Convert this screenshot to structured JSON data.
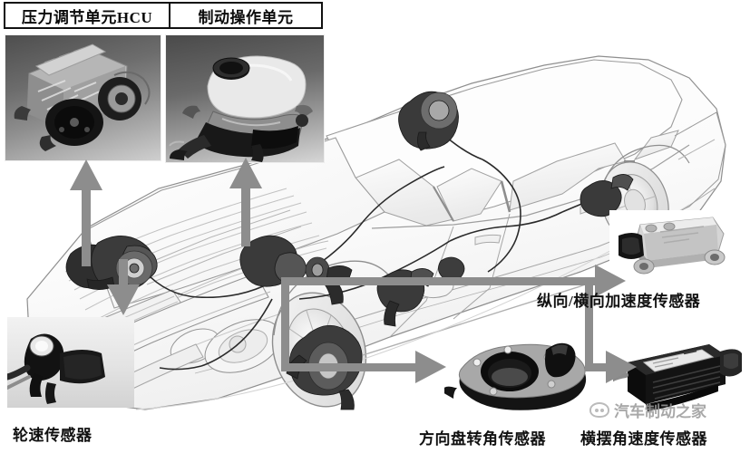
{
  "figure": {
    "subject": "ESP/ABS brake system component layout on sedan",
    "background_color": "#ffffff",
    "arrow_color": "#8a8a8a"
  },
  "title_box": {
    "left_label": "压力调节单元HCU",
    "right_label": "制动操作单元"
  },
  "photos": [
    {
      "id": "hcu",
      "name": "hydraulic-control-unit-photo",
      "caption": "压力调节单元HCU"
    },
    {
      "id": "booster",
      "name": "brake-actuation-unit-photo",
      "caption": "制动操作单元"
    },
    {
      "id": "wheel",
      "name": "wheel-speed-sensor-photo",
      "caption": "轮速传感器"
    },
    {
      "id": "accel",
      "name": "acceleration-sensor-photo",
      "caption": "纵向/横向加速度传感器"
    },
    {
      "id": "steer",
      "name": "steering-angle-sensor-photo",
      "caption": "方向盘转角传感器"
    },
    {
      "id": "yaw",
      "name": "yaw-rate-sensor-photo",
      "caption": "横摆角速度传感器"
    }
  ],
  "captions": {
    "wheel_speed_sensor": "轮速传感器",
    "acceleration_sensor": "纵向/横向加速度传感器",
    "steering_angle_sensor": "方向盘转角传感器",
    "yaw_rate_sensor": "横摆角速度传感器"
  },
  "watermark": {
    "text": "汽车制动之家",
    "icon": "car-outline-icon",
    "color": "#9a9a9a"
  },
  "callouts": [
    {
      "name": "hcu-arrow",
      "direction": "up",
      "target": "压力调节单元HCU"
    },
    {
      "name": "booster-arrow",
      "direction": "up",
      "target": "制动操作单元"
    },
    {
      "name": "wheel-arrow",
      "direction": "down",
      "target": "轮速传感器"
    },
    {
      "name": "accel-arrow",
      "direction": "right",
      "target": "纵向/横向加速度传感器"
    },
    {
      "name": "steer-arrow",
      "direction": "right",
      "target": "方向盘转角传感器"
    },
    {
      "name": "yaw-arrow",
      "direction": "right",
      "target": "横摆角速度传感器"
    }
  ]
}
